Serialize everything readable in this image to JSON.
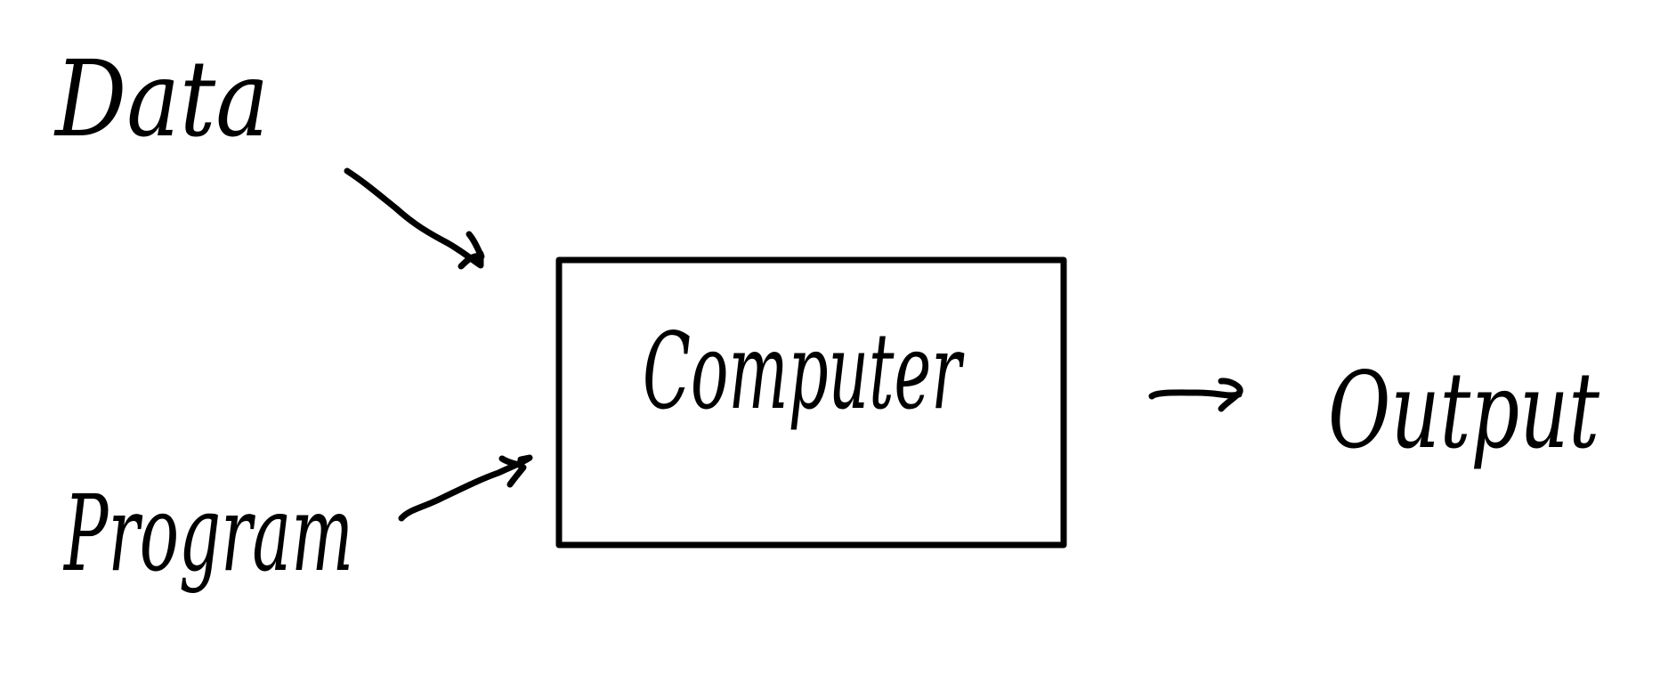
{
  "diagram": {
    "inputs": [
      {
        "label": "Data"
      },
      {
        "label": "Program"
      }
    ],
    "process": {
      "label": "Computer"
    },
    "output": {
      "label": "Output"
    }
  },
  "style": {
    "ink_color": "#000000",
    "background_color": "#ffffff"
  }
}
